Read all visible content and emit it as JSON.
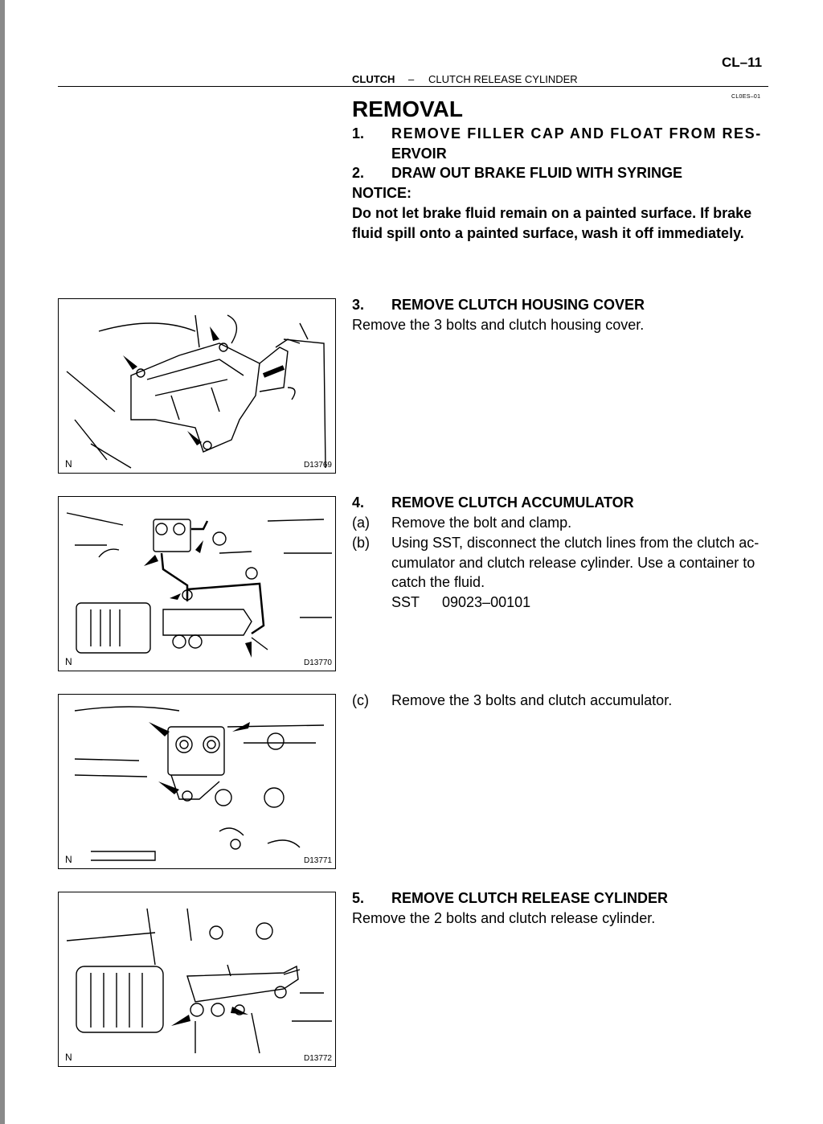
{
  "header": {
    "page_number": "CL–11",
    "section": "CLUTCH",
    "separator": "–",
    "subsection": "CLUTCH RELEASE CYLINDER",
    "code": "CL0ES–01"
  },
  "title": "REMOVAL",
  "steps": {
    "s1": {
      "num": "1.",
      "line1": "REMOVE FILLER CAP AND FLOAT FROM RES-",
      "line2": "ERVOIR"
    },
    "s2": {
      "num": "2.",
      "text": "DRAW OUT BRAKE FLUID WITH SYRINGE"
    },
    "notice": {
      "label": "NOTICE:",
      "line1": "Do not let brake fluid remain on a painted surface. If brake",
      "line2": "fluid spill onto a painted surface, wash it off immediately."
    },
    "s3": {
      "num": "3.",
      "text": "REMOVE CLUTCH HOUSING COVER",
      "body": "Remove the 3 bolts and clutch housing cover."
    },
    "s4": {
      "num": "4.",
      "text": "REMOVE CLUTCH ACCUMULATOR",
      "a_label": "(a)",
      "a_text": "Remove the bolt and clamp.",
      "b_label": "(b)",
      "b_line1": "Using SST, disconnect the clutch lines from the clutch ac-",
      "b_line2": "cumulator and clutch release cylinder. Use a container to",
      "b_line3": "catch the fluid.",
      "sst_label": "SST",
      "sst_number": "09023–00101",
      "c_label": "(c)",
      "c_text": "Remove the 3 bolts and clutch accumulator."
    },
    "s5": {
      "num": "5.",
      "text": "REMOVE CLUTCH RELEASE CYLINDER",
      "body": "Remove the 2 bolts and clutch release cylinder."
    }
  },
  "figures": [
    {
      "id": "D13769",
      "corner": "N"
    },
    {
      "id": "D13770",
      "corner": "N"
    },
    {
      "id": "D13771",
      "corner": "N"
    },
    {
      "id": "D13772",
      "corner": "N"
    }
  ]
}
